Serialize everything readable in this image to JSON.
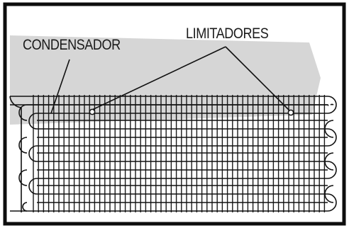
{
  "labels": {
    "condenser": "CONDENSADOR",
    "limiters": "LIMITADORES"
  },
  "colors": {
    "frame": "#0d0d0d",
    "shadow_band": "#d6d6d6",
    "tube": "#111111",
    "wire": "#1a1a1a",
    "background": "#ffffff"
  },
  "diagram": {
    "subject": "condenser coil with serpentine tube and vertical wire grid",
    "limiter_count": 2
  }
}
